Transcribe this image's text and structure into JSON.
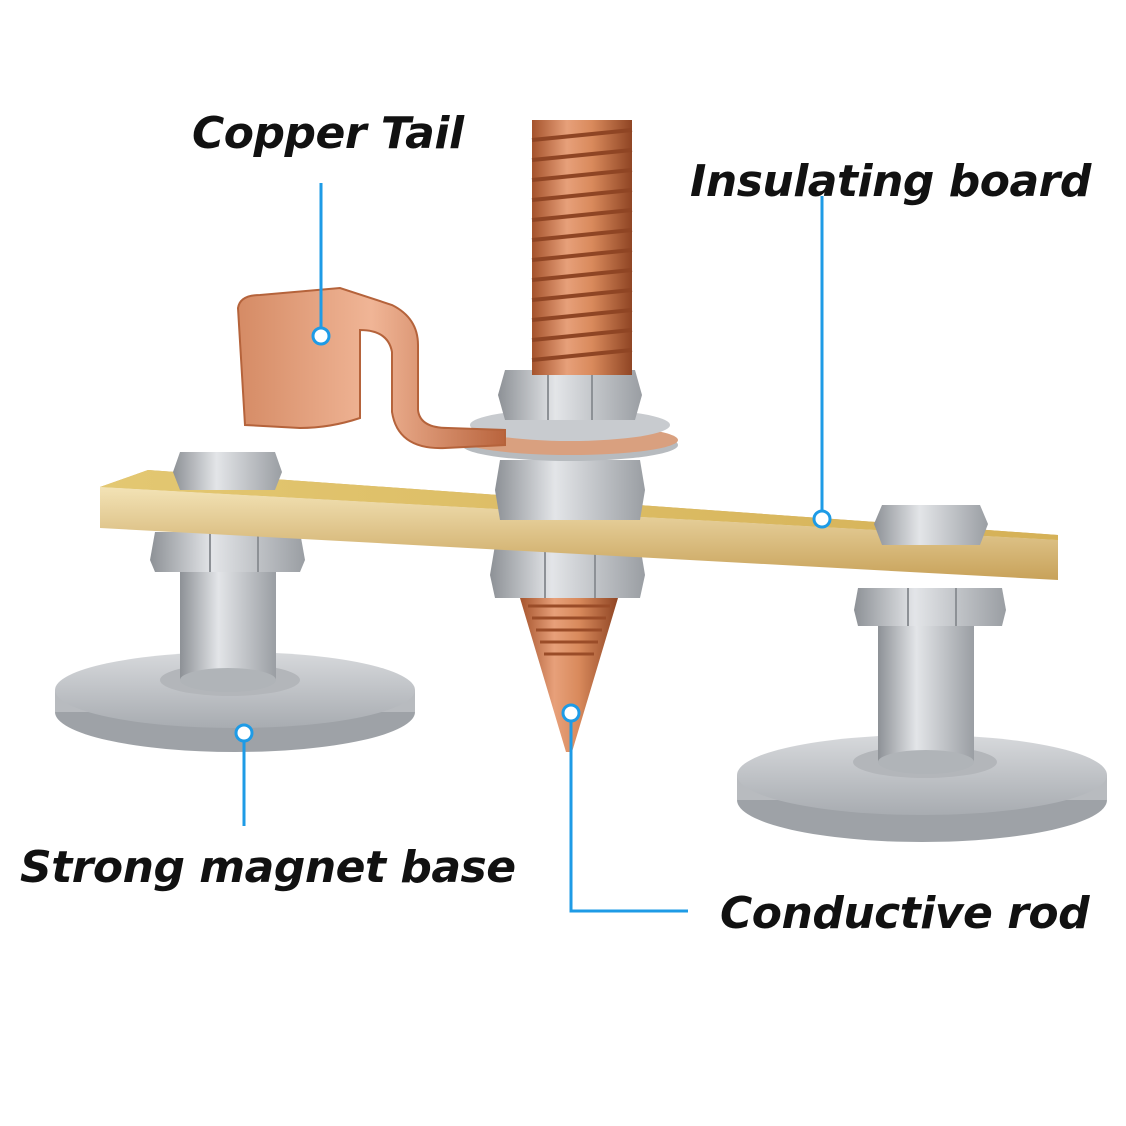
{
  "labels": {
    "copper_tail": "Copper Tail",
    "insulating_board": "Insulating board",
    "strong_magnet_base": "Strong magnet base",
    "conductive_rod": "Conductive rod"
  },
  "colors": {
    "leader_line": "#1e9be6",
    "copper": "#d98a5c",
    "board": "#e8cf7a",
    "steel": "#c9ccd0"
  }
}
